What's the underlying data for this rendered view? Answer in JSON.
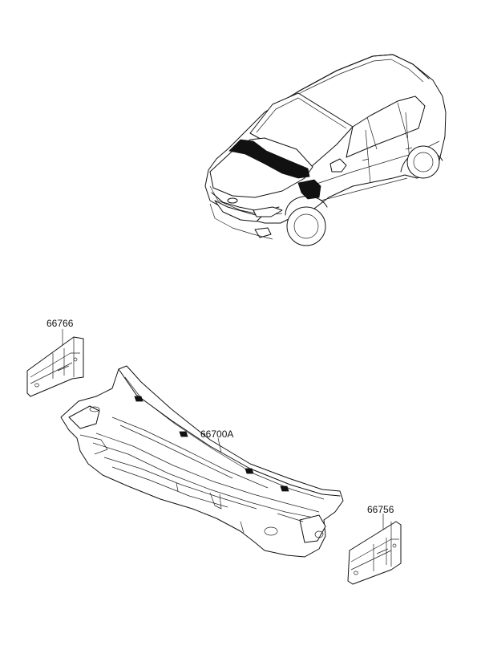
{
  "parts": {
    "left_side_panel": {
      "number": "66766"
    },
    "cowl_panel": {
      "number": "66700A"
    },
    "right_side_panel": {
      "number": "66756"
    }
  },
  "colors": {
    "line": "#111111",
    "highlight": "#111111",
    "background": "#ffffff"
  }
}
